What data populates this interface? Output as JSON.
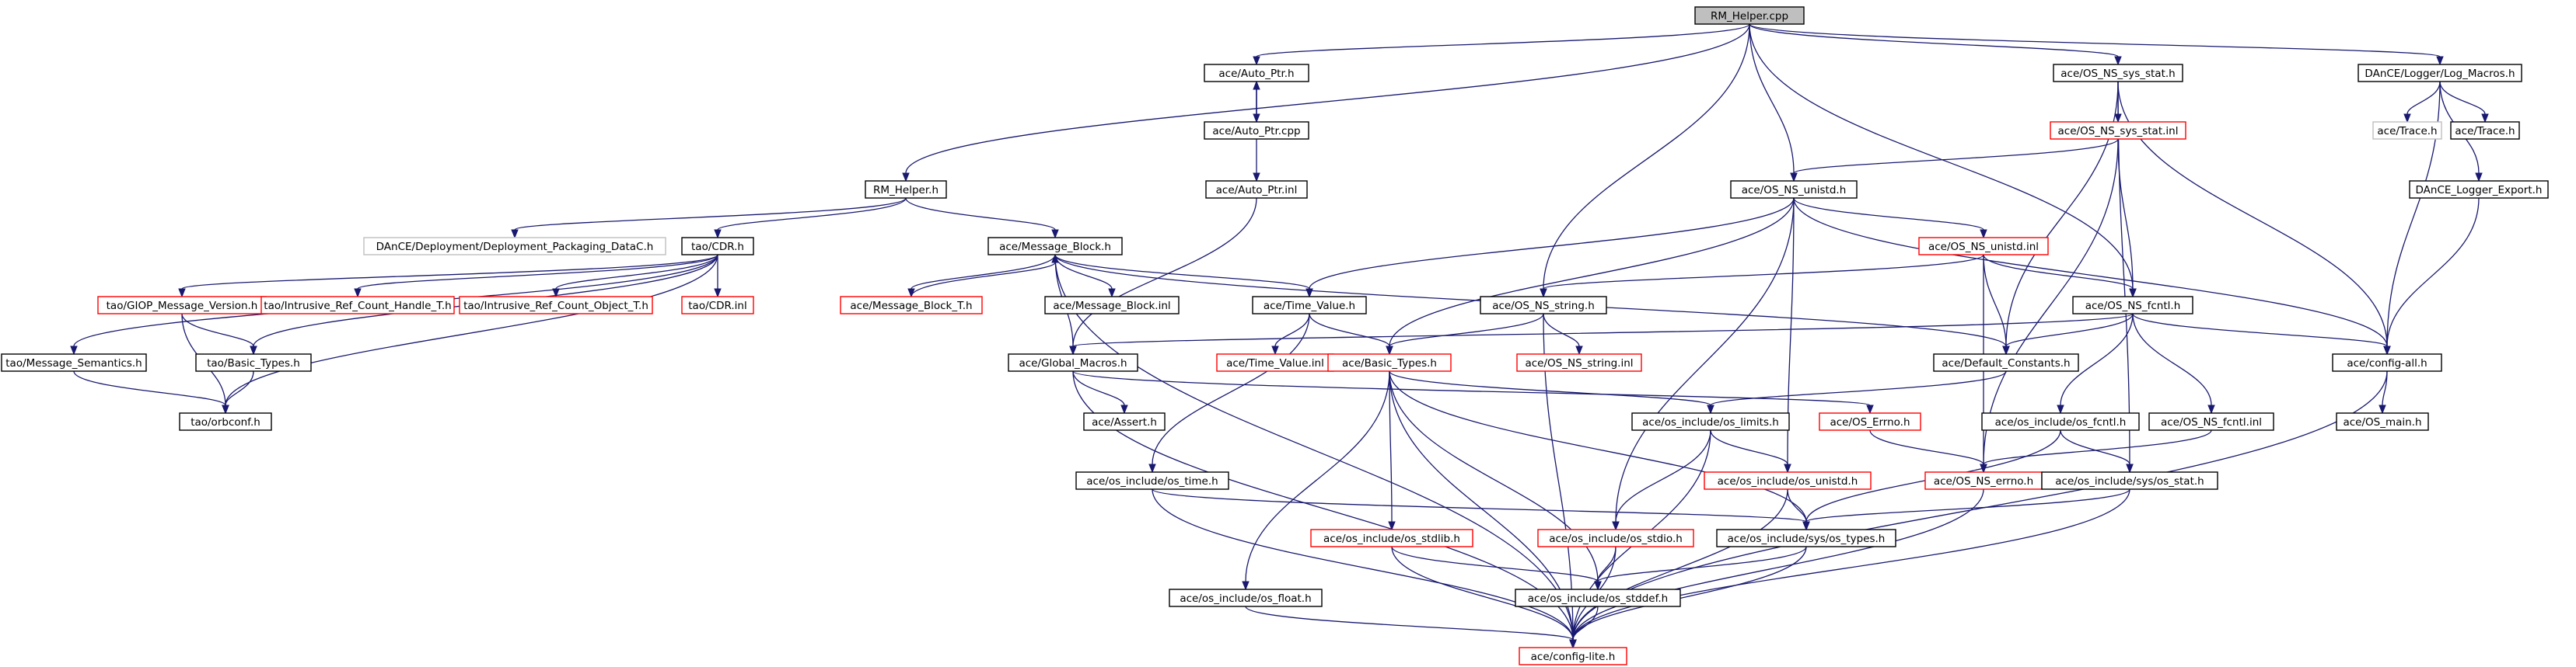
{
  "colors": {
    "edge": "#191970",
    "node_border": "#000000",
    "node_border_missing": "#ff0000",
    "node_border_unlinked": "#bfbfbf",
    "root_fill": "#bfbfbf",
    "node_fill": "#ffffff"
  },
  "nodes": [
    {
      "id": "rm_helper_cpp",
      "label": "RM_Helper.cpp",
      "style": "root"
    },
    {
      "id": "ace_auto_ptr_h",
      "label": "ace/Auto_Ptr.h",
      "style": "normal"
    },
    {
      "id": "ace_os_ns_sys_stat_h",
      "label": "ace/OS_NS_sys_stat.h",
      "style": "normal"
    },
    {
      "id": "dance_log_macros_h",
      "label": "DAnCE/Logger/Log_Macros.h",
      "style": "normal"
    },
    {
      "id": "ace_auto_ptr_cpp",
      "label": "ace/Auto_Ptr.cpp",
      "style": "normal"
    },
    {
      "id": "ace_os_ns_sys_stat_inl",
      "label": "ace/OS_NS_sys_stat.inl",
      "style": "missing"
    },
    {
      "id": "ace_trace_h_grey",
      "label": "ace/Trace.h",
      "style": "unlinked"
    },
    {
      "id": "ace_trace_h",
      "label": "ace/Trace.h",
      "style": "normal"
    },
    {
      "id": "rm_helper_h",
      "label": "RM_Helper.h",
      "style": "normal"
    },
    {
      "id": "ace_auto_ptr_inl",
      "label": "ace/Auto_Ptr.inl",
      "style": "normal"
    },
    {
      "id": "ace_os_ns_unistd_h",
      "label": "ace/OS_NS_unistd.h",
      "style": "normal"
    },
    {
      "id": "dance_logger_export_h",
      "label": "DAnCE_Logger_Export.h",
      "style": "normal"
    },
    {
      "id": "dance_packaging_datac_h",
      "label": "DAnCE/Deployment/Deployment_Packaging_DataC.h",
      "style": "unlinked"
    },
    {
      "id": "tao_cdr_h",
      "label": "tao/CDR.h",
      "style": "normal"
    },
    {
      "id": "ace_message_block_h",
      "label": "ace/Message_Block.h",
      "style": "normal"
    },
    {
      "id": "ace_os_ns_unistd_inl",
      "label": "ace/OS_NS_unistd.inl",
      "style": "missing"
    },
    {
      "id": "tao_giop_message_version_h",
      "label": "tao/GIOP_Message_Version.h",
      "style": "missing"
    },
    {
      "id": "tao_intrusive_ref_count_handle_t_h",
      "label": "tao/Intrusive_Ref_Count_Handle_T.h",
      "style": "missing"
    },
    {
      "id": "tao_intrusive_ref_count_object_t_h",
      "label": "tao/Intrusive_Ref_Count_Object_T.h",
      "style": "missing"
    },
    {
      "id": "tao_cdr_inl",
      "label": "tao/CDR.inl",
      "style": "missing"
    },
    {
      "id": "ace_message_block_t_h",
      "label": "ace/Message_Block_T.h",
      "style": "missing"
    },
    {
      "id": "ace_message_block_inl",
      "label": "ace/Message_Block.inl",
      "style": "normal"
    },
    {
      "id": "ace_time_value_h",
      "label": "ace/Time_Value.h",
      "style": "normal"
    },
    {
      "id": "ace_os_ns_string_h",
      "label": "ace/OS_NS_string.h",
      "style": "normal"
    },
    {
      "id": "ace_os_ns_fcntl_h",
      "label": "ace/OS_NS_fcntl.h",
      "style": "normal"
    },
    {
      "id": "tao_message_semantics_h",
      "label": "tao/Message_Semantics.h",
      "style": "normal"
    },
    {
      "id": "tao_basic_types_h",
      "label": "tao/Basic_Types.h",
      "style": "normal"
    },
    {
      "id": "ace_global_macros_h",
      "label": "ace/Global_Macros.h",
      "style": "normal"
    },
    {
      "id": "ace_time_value_inl",
      "label": "ace/Time_Value.inl",
      "style": "missing"
    },
    {
      "id": "ace_basic_types_h",
      "label": "ace/Basic_Types.h",
      "style": "missing"
    },
    {
      "id": "ace_os_ns_string_inl",
      "label": "ace/OS_NS_string.inl",
      "style": "missing"
    },
    {
      "id": "ace_default_constants_h",
      "label": "ace/Default_Constants.h",
      "style": "normal"
    },
    {
      "id": "ace_config_all_h",
      "label": "ace/config-all.h",
      "style": "normal"
    },
    {
      "id": "tao_orbconf_h",
      "label": "tao/orbconf.h",
      "style": "normal"
    },
    {
      "id": "ace_assert_h",
      "label": "ace/Assert.h",
      "style": "normal"
    },
    {
      "id": "ace_os_include_os_limits_h",
      "label": "ace/os_include/os_limits.h",
      "style": "normal"
    },
    {
      "id": "ace_os_errno_h",
      "label": "ace/OS_Errno.h",
      "style": "missing"
    },
    {
      "id": "ace_os_include_os_fcntl_h",
      "label": "ace/os_include/os_fcntl.h",
      "style": "normal"
    },
    {
      "id": "ace_os_ns_fcntl_inl",
      "label": "ace/OS_NS_fcntl.inl",
      "style": "normal"
    },
    {
      "id": "ace_os_main_h",
      "label": "ace/OS_main.h",
      "style": "normal"
    },
    {
      "id": "ace_os_include_os_time_h",
      "label": "ace/os_include/os_time.h",
      "style": "normal"
    },
    {
      "id": "ace_os_include_os_unistd_h",
      "label": "ace/os_include/os_unistd.h",
      "style": "missing"
    },
    {
      "id": "ace_os_ns_errno_h",
      "label": "ace/OS_NS_errno.h",
      "style": "missing"
    },
    {
      "id": "ace_os_include_sys_os_stat_h",
      "label": "ace/os_include/sys/os_stat.h",
      "style": "normal"
    },
    {
      "id": "ace_os_include_os_stdlib_h",
      "label": "ace/os_include/os_stdlib.h",
      "style": "missing"
    },
    {
      "id": "ace_os_include_os_stdio_h",
      "label": "ace/os_include/os_stdio.h",
      "style": "missing"
    },
    {
      "id": "ace_os_include_sys_os_types_h",
      "label": "ace/os_include/sys/os_types.h",
      "style": "normal"
    },
    {
      "id": "ace_os_include_os_float_h",
      "label": "ace/os_include/os_float.h",
      "style": "normal"
    },
    {
      "id": "ace_os_include_os_stddef_h",
      "label": "ace/os_include/os_stddef.h",
      "style": "normal"
    },
    {
      "id": "ace_config_lite_h",
      "label": "ace/config-lite.h",
      "style": "missing"
    }
  ]
}
